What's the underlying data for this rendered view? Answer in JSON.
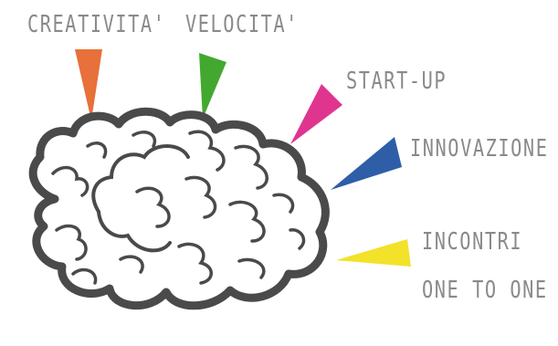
{
  "labels": {
    "creativita": "CREATIVITA'",
    "velocita": "VELOCITA'",
    "startup": "START-UP",
    "innovazione": "INNOVAZIONE",
    "incontri_line1": "INCONTRI",
    "incontri_line2": "ONE TO ONE"
  },
  "colors": {
    "creativita": "#e8703a",
    "velocita": "#43a82f",
    "startup": "#e0358f",
    "innovazione": "#2f5ea8",
    "incontri": "#f2e22a",
    "brain_outline": "#4a4a4a",
    "brain_fill": "#ffffff",
    "label_text": "#8a8a8a"
  },
  "icons": {
    "brain": "brain-icon"
  }
}
